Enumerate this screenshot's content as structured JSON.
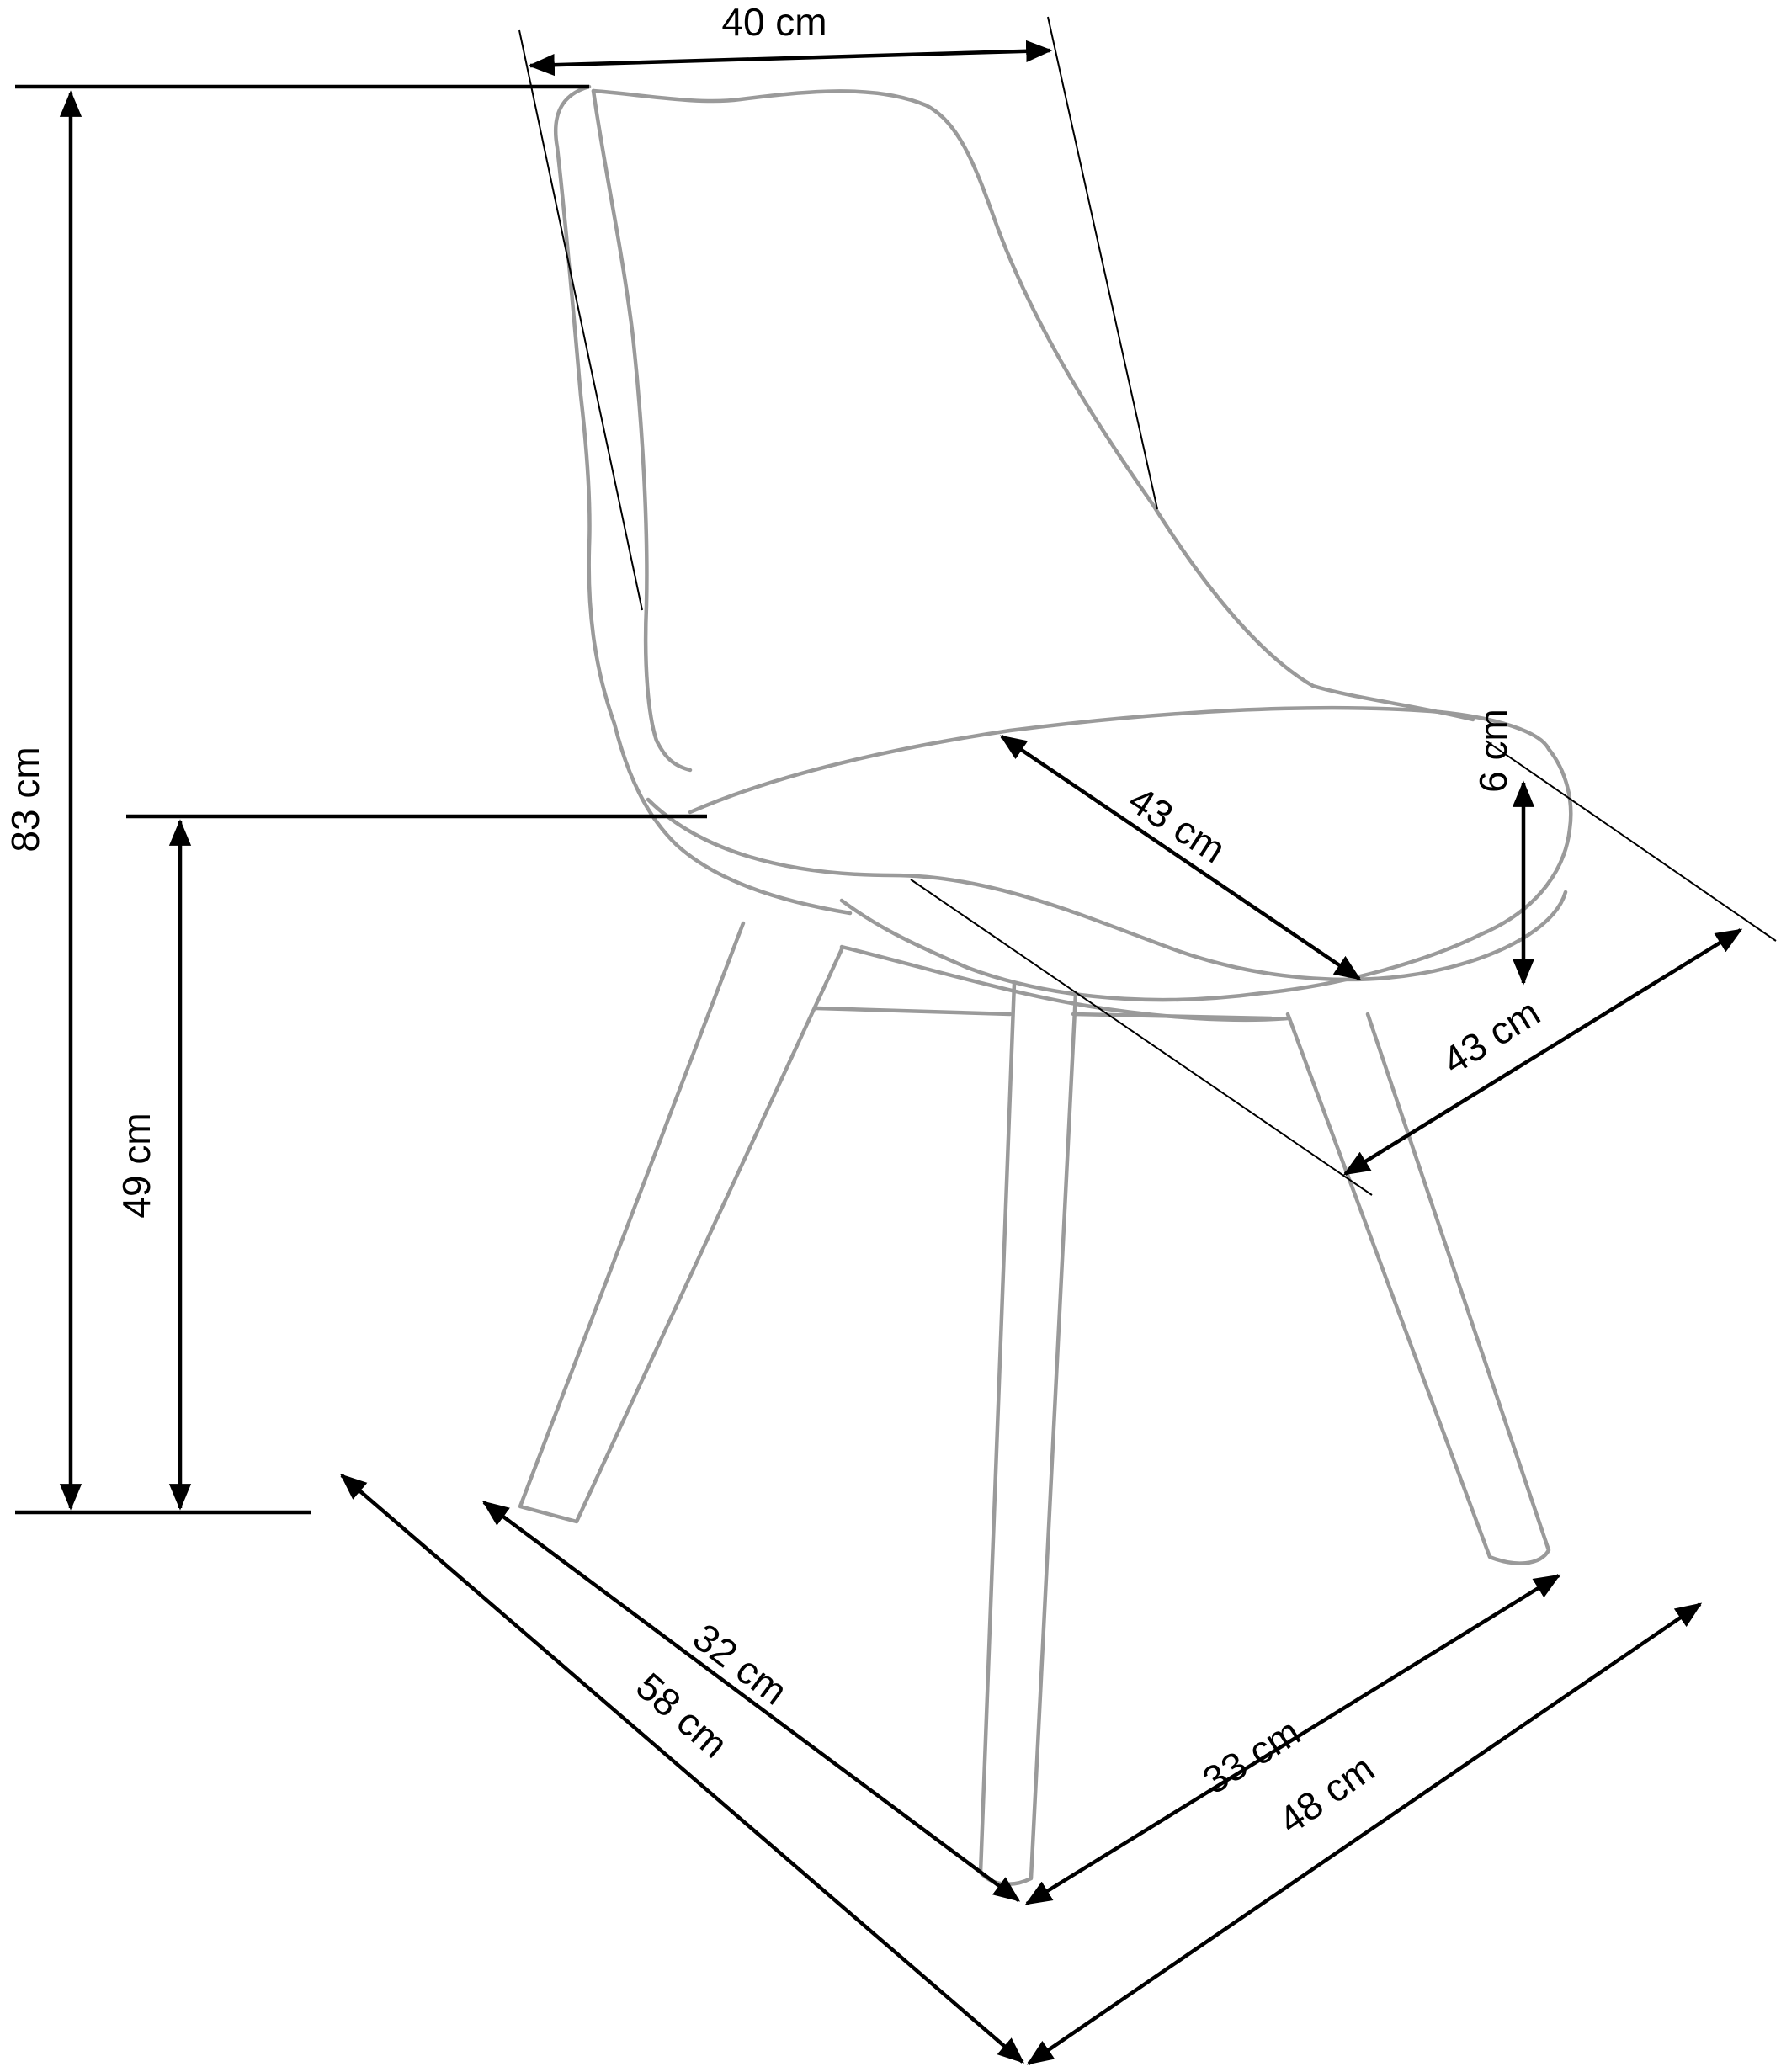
{
  "diagram": {
    "dimensions": {
      "back_width": "40 cm",
      "total_height": "83 cm",
      "seat_height": "49 cm",
      "seat_depth": "43 cm",
      "seat_width": "43 cm",
      "cushion_thickness": "6 cm",
      "front_leg_spread": "32 cm",
      "overall_depth": "58 cm",
      "side_leg_spread": "33 cm",
      "overall_width": "48 cm"
    },
    "colors": {
      "outline": "#9a9a9a",
      "dimension_lines": "#000000",
      "background": "#ffffff"
    }
  }
}
